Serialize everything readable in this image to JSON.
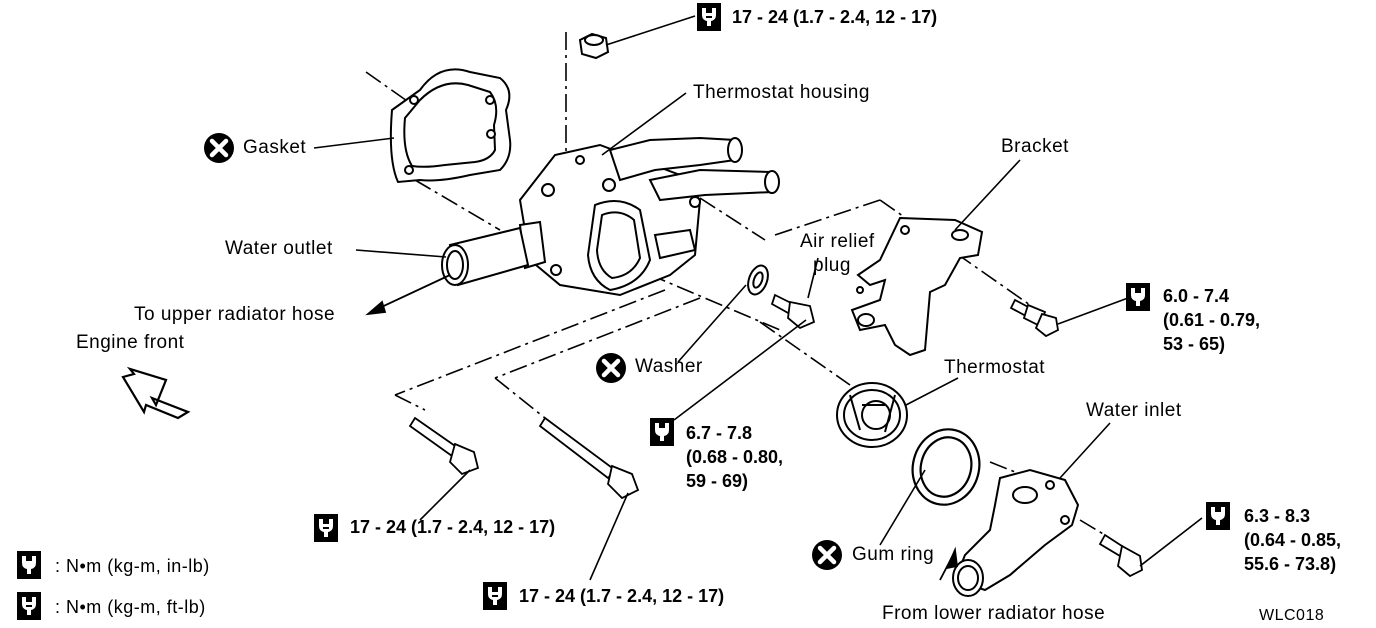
{
  "labels": {
    "gasket": "Gasket",
    "thermostat_housing": "Thermostat housing",
    "bracket": "Bracket",
    "water_outlet": "Water outlet",
    "to_upper_radiator_hose": "To upper radiator hose",
    "engine_front": "Engine front",
    "air_relief_plug_line1": "Air relief",
    "air_relief_plug_line2": "plug",
    "washer": "Washer",
    "thermostat": "Thermostat",
    "water_inlet": "Water inlet",
    "gum_ring": "Gum ring",
    "from_lower_radiator_hose": "From lower radiator hose"
  },
  "torques": {
    "housing_top_nut": "17 - 24 (1.7 - 2.4, 12 - 17)",
    "bracket_bolt": [
      "6.0 - 7.4",
      "(0.61 - 0.79,",
      "53 - 65)"
    ],
    "air_relief_plug": [
      "6.7 - 7.8",
      "(0.68 - 0.80,",
      "59 - 69)"
    ],
    "water_inlet_bolt": [
      "6.3 - 8.3",
      "(0.64 - 0.85,",
      "55.6 - 73.8)"
    ],
    "lower_bolt_left": "17 - 24 (1.7 - 2.4, 12 - 17)",
    "lower_bolt_right": "17 - 24 (1.7 - 2.4, 12 - 17)"
  },
  "legend": {
    "in_lb": ":  N•m  (kg-m, in-lb)",
    "ft_lb": ":  N•m  (kg-m, ft-lb)"
  },
  "figure_code": "WLC018",
  "icons": {
    "replace": "x-circle-icon",
    "torque_in_lb": "torque-wrench-filled-icon",
    "torque_ft_lb": "torque-wrench-outline-icon"
  }
}
